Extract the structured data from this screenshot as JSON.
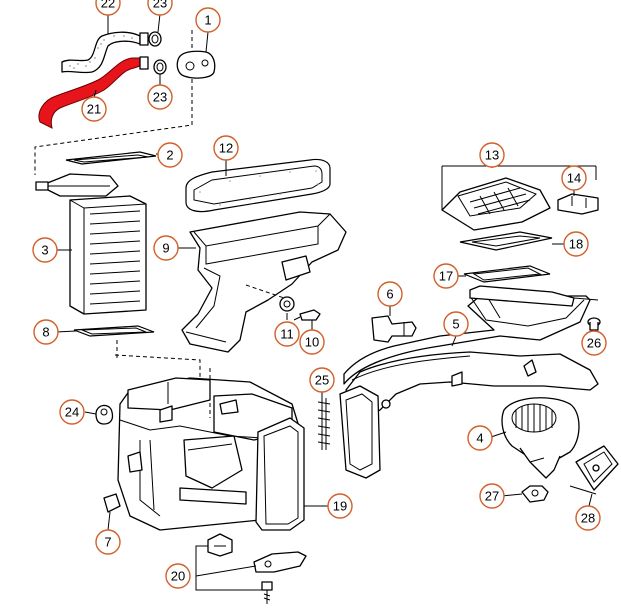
{
  "diagram": {
    "accent_color": "#d2602a",
    "highlight_color": "#e8141c",
    "callouts": [
      {
        "id": "1",
        "label": "1"
      },
      {
        "id": "2",
        "label": "2"
      },
      {
        "id": "3",
        "label": "3"
      },
      {
        "id": "4",
        "label": "4"
      },
      {
        "id": "5",
        "label": "5"
      },
      {
        "id": "6",
        "label": "6"
      },
      {
        "id": "7",
        "label": "7"
      },
      {
        "id": "8",
        "label": "8"
      },
      {
        "id": "9",
        "label": "9"
      },
      {
        "id": "10",
        "label": "10"
      },
      {
        "id": "11",
        "label": "11"
      },
      {
        "id": "12",
        "label": "12"
      },
      {
        "id": "13",
        "label": "13"
      },
      {
        "id": "14",
        "label": "14"
      },
      {
        "id": "17",
        "label": "17"
      },
      {
        "id": "18",
        "label": "18"
      },
      {
        "id": "19",
        "label": "19"
      },
      {
        "id": "20",
        "label": "20"
      },
      {
        "id": "21",
        "label": "21"
      },
      {
        "id": "22",
        "label": "22"
      },
      {
        "id": "23a",
        "label": "23"
      },
      {
        "id": "23b",
        "label": "23"
      },
      {
        "id": "24",
        "label": "24"
      },
      {
        "id": "25",
        "label": "25"
      },
      {
        "id": "26",
        "label": "26"
      },
      {
        "id": "27",
        "label": "27"
      },
      {
        "id": "28",
        "label": "28"
      }
    ]
  }
}
